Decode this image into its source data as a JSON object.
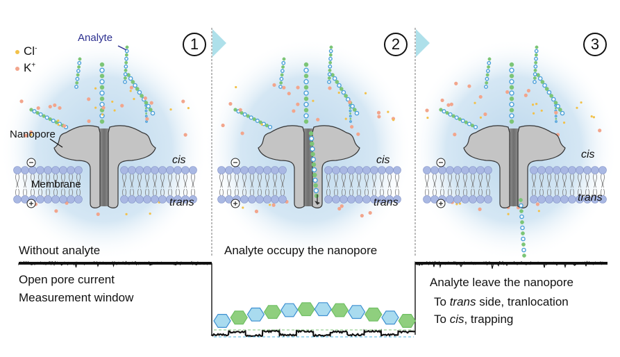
{
  "legend": {
    "cl_label": "Cl",
    "cl_sup": "-",
    "k_label": "K",
    "k_sup": "+",
    "cl_color": "#f2c14a",
    "k_color": "#f2a58c"
  },
  "labels": {
    "analyte": "Analyte",
    "nanopore": "Nanopore",
    "membrane": "Membrane",
    "cis": "cis",
    "trans": "trans",
    "minus_sign": "−",
    "plus_sign": "+"
  },
  "panels": [
    {
      "step": "1",
      "title": "Without analyte",
      "lines": [
        "Open pore current",
        "Measurement window"
      ]
    },
    {
      "step": "2",
      "title": "Analyte occupy the nanopore",
      "lines": []
    },
    {
      "step": "3",
      "title": "Analyte leave the nanopore",
      "lines_rich": [
        {
          "prefix": "To ",
          "ital": "trans",
          "suffix": " side, tranlocation"
        },
        {
          "prefix": "To ",
          "ital": "cis",
          "suffix": ", trapping"
        }
      ]
    }
  ],
  "colors": {
    "glow": "#c9dff0",
    "pore": "#c4c4c4",
    "pore_channel": "#8a8a8a",
    "lipid_head": "#a9b8e3",
    "analyte_green": "#7cc576",
    "analyte_blue": "#4a9fd8",
    "hex_blue_fill": "#a9dbef",
    "hex_green_fill": "#8fcf7e",
    "arrow": "#aee0ea",
    "trace": "#111111"
  }
}
